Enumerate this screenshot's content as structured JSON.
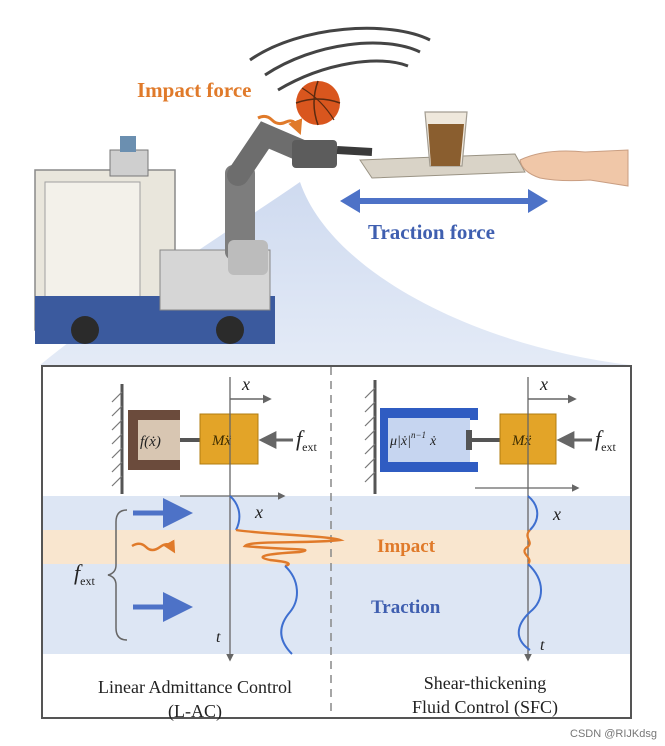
{
  "figure": {
    "impact_force_label": "Impact force",
    "traction_force_label": "Traction force"
  },
  "panel": {
    "band_impact_label": "Impact",
    "band_traction_label": "Traction",
    "fext_label": "f",
    "fext_sub": "ext",
    "left": {
      "damper_expr": "f(ẋ)",
      "mass_label": "Mẍ",
      "x_axis": "x",
      "t_axis": "t",
      "caption_line1": "Linear Admittance Control",
      "caption_line2": "(L-AC)"
    },
    "right": {
      "damper_expr": "μ|ẋ|",
      "damper_exp": "n−1",
      "damper_tail": "ẋ",
      "mass_label": "Mẍ",
      "x_axis": "x",
      "t_axis": "t",
      "caption_line1": "Shear-thickening",
      "caption_line2": "Fluid Control (SFC)"
    }
  },
  "watermark": "CSDN @RIJKdsg",
  "colors": {
    "impact": "#e07a2a",
    "traction": "#3f5fb0",
    "mass_block": "#e3a428",
    "impact_band": "#f9e6cf",
    "traction_band": "#dde6f4"
  }
}
